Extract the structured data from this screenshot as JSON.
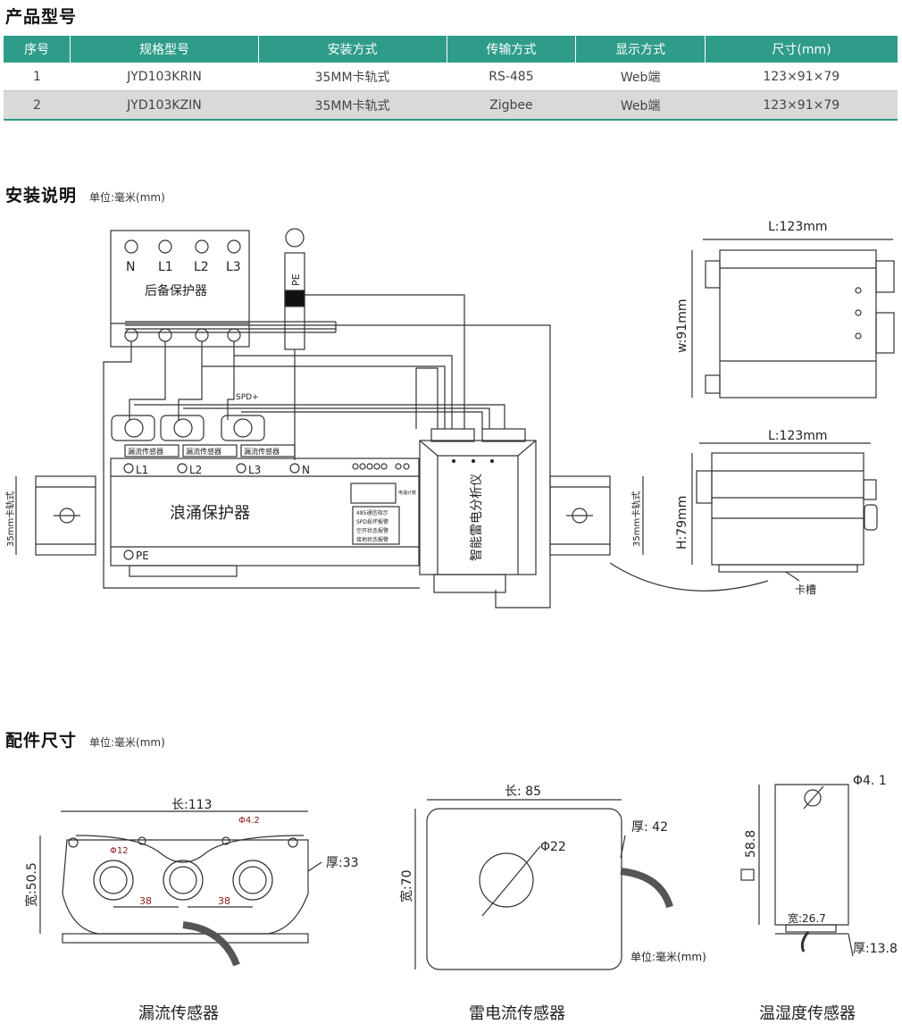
{
  "section1": {
    "title": "产品型号"
  },
  "table": {
    "headers": [
      "序号",
      "规格型号",
      "安装方式",
      "传输方式",
      "显示方式",
      "尺寸(mm)"
    ],
    "rows": [
      [
        "1",
        "JYD103KRIN",
        "35MM卡轨式",
        "RS-485",
        "Web端",
        "123×91×79"
      ],
      [
        "2",
        "JYD103KZIN",
        "35MM卡轨式",
        "Zigbee",
        "Web端",
        "123×91×79"
      ]
    ]
  },
  "section2": {
    "title": "安装说明",
    "unit": "单位:毫米(mm)"
  },
  "wiring": {
    "breaker_terminals": [
      "N",
      "L1",
      "L2",
      "L3"
    ],
    "breaker_name": "后备保护器",
    "pe_label": "PE",
    "spd_label": "SPD+",
    "sensor_labels": [
      "漏流传感器",
      "漏流传感器",
      "漏流传感器"
    ],
    "spd_terminals": [
      "L1",
      "L2",
      "L3",
      "N"
    ],
    "spd_name": "浪涌保护器",
    "spd_pe": "PE",
    "spd_small_top": "电涌计数",
    "spd_indicators": [
      "485通信指示",
      "SPD损坏报警",
      "空开状态报警",
      "接地状态报警"
    ],
    "analyzer_name": "智能雷电分析仪",
    "rail_label": "35mm卡轨式",
    "top_view_length": "L:123mm",
    "top_view_width": "w:91mm",
    "side_view_length": "L:123mm",
    "side_view_height": "H:79mm",
    "slot_label": "卡槽"
  },
  "section3": {
    "title": "配件尺寸",
    "unit": "单位:毫米(mm)"
  },
  "parts": {
    "leak": {
      "len": "长:113",
      "hole_small": "Φ4.2",
      "hole_big": "Φ12",
      "thick": "厚:33",
      "width": "宽:50.5",
      "gap1": "38",
      "gap2": "38",
      "caption": "漏流传感器"
    },
    "lightning": {
      "len": "长: 85",
      "thick": "厚: 42",
      "hole": "Φ22",
      "width": "宽:70",
      "unit": "单位:毫米(mm)",
      "caption": "雷电流传感器"
    },
    "humid": {
      "hole": "Φ4. 1",
      "height": "58.8",
      "width": "宽:26.7",
      "thick": "厚:13.8",
      "caption": "温湿度传感器"
    }
  }
}
